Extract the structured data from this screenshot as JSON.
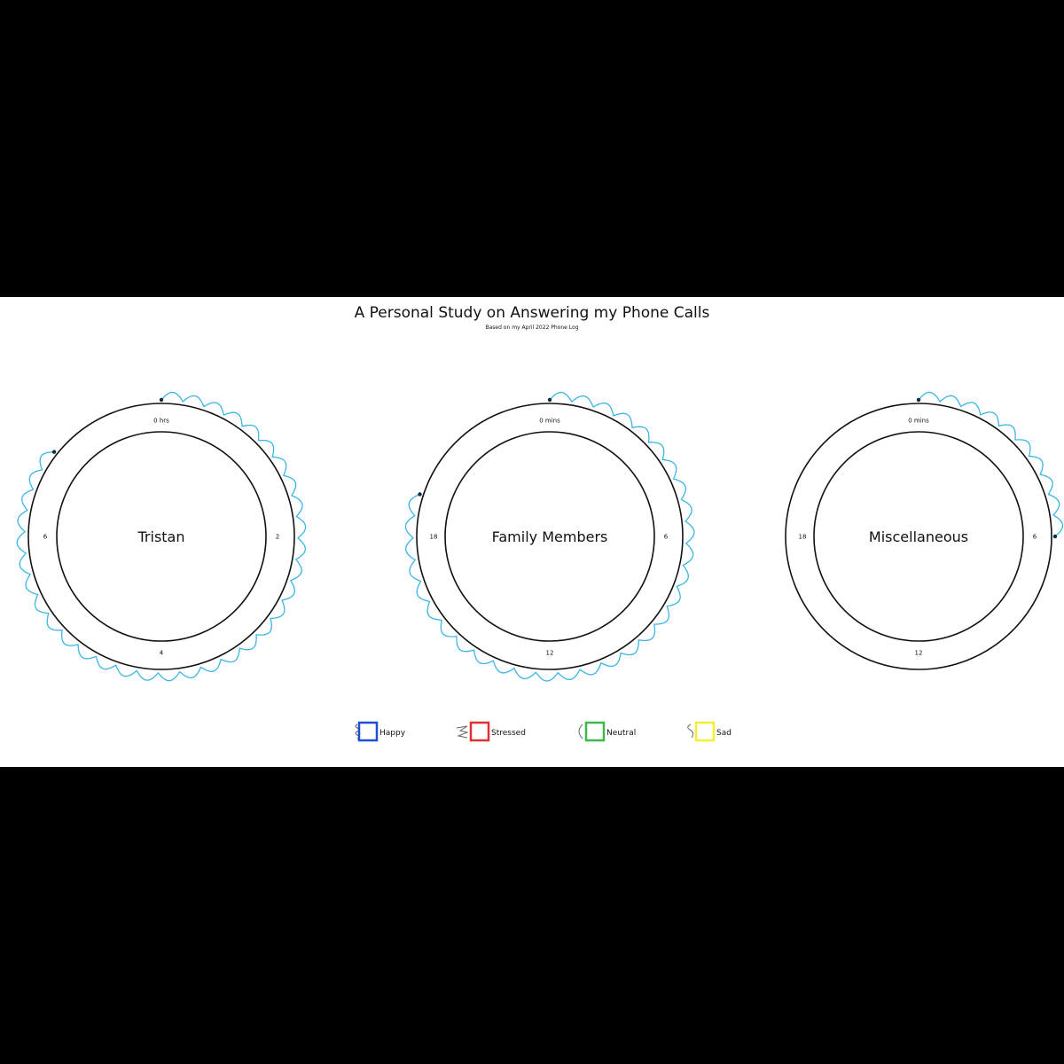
{
  "header": {
    "title": "A Personal Study on Answering my Phone Calls",
    "subtitle": "Based on my April 2022 Phone Log"
  },
  "chart_data": [
    {
      "type": "radial-squiggle",
      "center_label": "Tristan",
      "ticks": [
        {
          "label": "0 hrs",
          "value": 0
        },
        {
          "label": "2",
          "value": 2
        },
        {
          "label": "4",
          "value": 4
        },
        {
          "label": "6",
          "value": 6
        }
      ],
      "max": 8,
      "series": [
        {
          "mood": "happy",
          "color": "#3ab5e6",
          "start": 0,
          "end": 6.85
        }
      ]
    },
    {
      "type": "radial-squiggle",
      "center_label": "Family Members",
      "ticks": [
        {
          "label": "0 mins",
          "value": 0
        },
        {
          "label": "6",
          "value": 6
        },
        {
          "label": "12",
          "value": 12
        },
        {
          "label": "18",
          "value": 18
        }
      ],
      "max": 24,
      "series": [
        {
          "mood": "happy",
          "color": "#3ab5e6",
          "start": 0,
          "end": 19.2
        }
      ]
    },
    {
      "type": "radial-squiggle",
      "center_label": "Miscellaneous",
      "ticks": [
        {
          "label": "0 mins",
          "value": 0
        },
        {
          "label": "6",
          "value": 6
        },
        {
          "label": "12",
          "value": 12
        },
        {
          "label": "18",
          "value": 18
        }
      ],
      "max": 24,
      "series": [
        {
          "mood": "happy",
          "color": "#3ab5e6",
          "start": 0,
          "end": 6.0
        }
      ]
    }
  ],
  "legend": [
    {
      "label": "Happy",
      "color": "#1a4fd6",
      "glyph": "happy-squiggle-icon"
    },
    {
      "label": "Stressed",
      "color": "#e03131",
      "glyph": "stressed-zigzag-icon"
    },
    {
      "label": "Neutral",
      "color": "#3cb94a",
      "glyph": "neutral-arc-icon"
    },
    {
      "label": "Sad",
      "color": "#f0f033",
      "glyph": "sad-wave-icon"
    }
  ]
}
